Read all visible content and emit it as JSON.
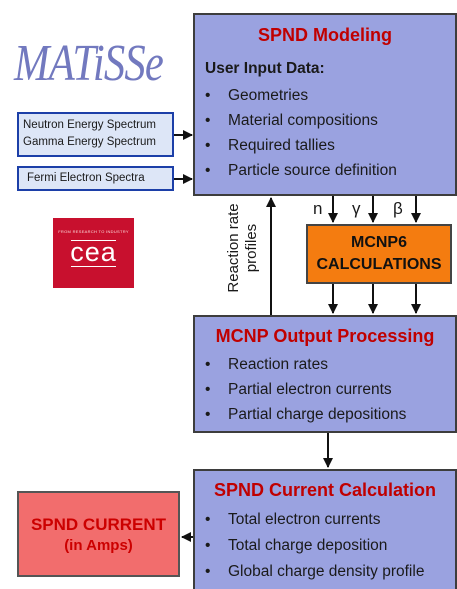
{
  "logo": {
    "text": "MATiSSe"
  },
  "cea_logo": {
    "tagline": "FROM RESEARCH TO INDUSTRY",
    "word": "cea"
  },
  "inputs": {
    "neutron_spectrum": "Neutron Energy Spectrum",
    "gamma_spectrum": "Gamma Energy Spectrum",
    "fermi_spectra": "Fermi Electron Spectra"
  },
  "spnd_modeling": {
    "title": "SPND Modeling",
    "subtitle": "User Input Data:",
    "items": [
      "Geometries",
      "Material compositions",
      "Required tallies",
      "Particle source definition"
    ]
  },
  "particles": {
    "n": "n",
    "gamma": "γ",
    "beta": "β"
  },
  "reaction_rate_label": {
    "line1": "Reaction rate",
    "line2": "profiles"
  },
  "mcnp6": {
    "line1": "MCNP6",
    "line2": "CALCULATIONS"
  },
  "output_processing": {
    "title": "MCNP Output Processing",
    "items": [
      "Reaction rates",
      "Partial electron currents",
      "Partial charge depositions"
    ]
  },
  "current_calc": {
    "title": "SPND Current Calculation",
    "items": [
      "Total electron currents",
      "Total charge deposition",
      "Global charge density profile"
    ]
  },
  "result": {
    "line1": "SPND CURRENT",
    "line2": "(in Amps)"
  },
  "colors": {
    "process_fill": "#9aa2e0",
    "title_red": "#c00000",
    "mcnp_orange": "#f47c10",
    "result_red": "#f26d6d",
    "input_fill": "#dde6f7",
    "input_border": "#1c3fa8",
    "cea_red": "#c8102e",
    "logo_blue": "#7279bf"
  }
}
